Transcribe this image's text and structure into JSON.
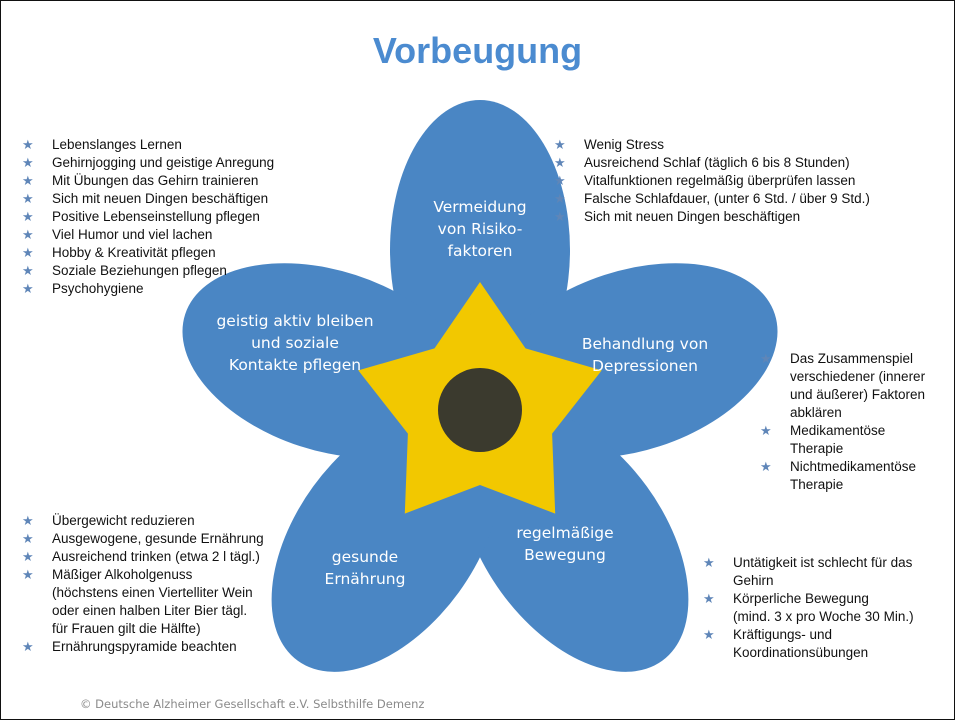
{
  "title": "Vorbeugung",
  "colors": {
    "title": "#4b8bd0",
    "petal": "#4a86c4",
    "star_center": "#f2c800",
    "center": "#3b3a2e",
    "bullet_icon": "#5f86b8"
  },
  "bullet_icon": "star-icon",
  "petals": {
    "top": "Vermeidung\nvon Risiko-\nfaktoren",
    "left": "geistig aktiv bleiben\nund soziale\nKontakte pflegen",
    "right": "Behandlung von\nDepressionen",
    "bottom_left": "gesunde\nErnährung",
    "bottom_right": "regelmäßige\nBewegung"
  },
  "lists": {
    "top_left": [
      "Lebenslanges Lernen",
      "Gehirnjogging und geistige Anregung",
      "Mit Übungen das Gehirn trainieren",
      "Sich mit neuen Dingen beschäftigen",
      "Positive Lebenseinstellung pflegen",
      "Viel Humor und viel lachen",
      "Hobby & Kreativität pflegen",
      "Soziale Beziehungen pflegen",
      "Psychohygiene"
    ],
    "top_right": [
      "Wenig Stress",
      "Ausreichend Schlaf (täglich 6 bis 8 Stunden)",
      "Vitalfunktionen regelmäßig überprüfen lassen",
      "Falsche Schlafdauer, (unter 6 Std. / über 9 Std.)",
      "Sich mit neuen Dingen beschäftigen"
    ],
    "right": [
      "Das Zusammenspiel\nverschiedener (innerer\nund äußerer) Faktoren\nabklären",
      "Medikamentöse\nTherapie",
      "Nichtmedikamentöse\nTherapie"
    ],
    "bottom_left": [
      "Übergewicht reduzieren",
      "Ausgewogene, gesunde Ernährung",
      "Ausreichend trinken (etwa 2 l tägl.)",
      "Mäßiger Alkoholgenuss\n(höchstens einen Viertelliter Wein\noder einen halben Liter Bier tägl.\nfür Frauen gilt die Hälfte)",
      "Ernährungspyramide beachten"
    ],
    "bottom_right": [
      "Untätigkeit ist schlecht für das\nGehirn",
      "Körperliche Bewegung\n(mind. 3 x pro Woche 30 Min.)",
      "Kräftigungs- und\nKoordinationsübungen"
    ]
  },
  "copyright": "© Deutsche Alzheimer Gesellschaft e.V. Selbsthilfe Demenz"
}
